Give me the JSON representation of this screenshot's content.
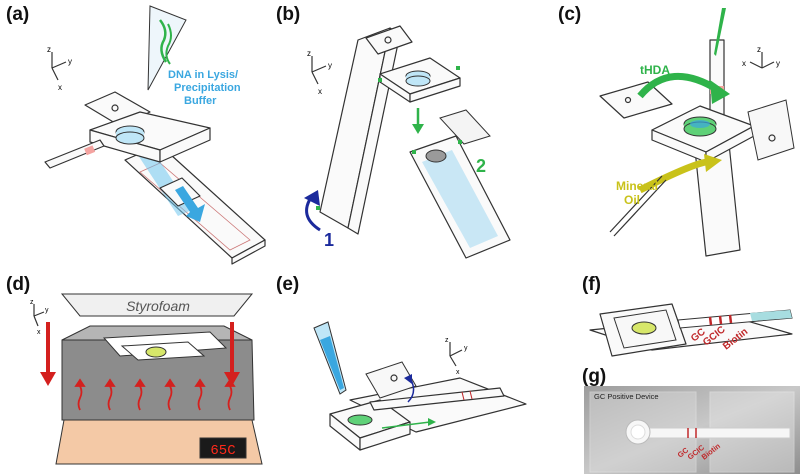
{
  "panels": {
    "a": {
      "label": "(a)",
      "annotation_line1": "DNA in Lysis/",
      "annotation_line2": "Precipitation",
      "annotation_line3": "Buffer"
    },
    "b": {
      "label": "(b)",
      "step1": "1",
      "step2": "2"
    },
    "c": {
      "label": "(c)",
      "thda": "tHDA",
      "oil_line1": "Mineral",
      "oil_line2": "Oil"
    },
    "d": {
      "label": "(d)",
      "styrofoam": "Styrofoam",
      "temperature": "65C"
    },
    "e": {
      "label": "(e)"
    },
    "f": {
      "label": "(f)",
      "strip_gc": "GC",
      "strip_gcic": "GCIC",
      "strip_biotin": "Biotin"
    },
    "g": {
      "label": "(g)",
      "photo_title": "GC Positive Device",
      "strip_gc": "GC",
      "strip_gcic": "GCIC",
      "strip_biotin": "Biotin"
    }
  },
  "axes": {
    "x": "x",
    "y": "y",
    "z": "z"
  },
  "colors": {
    "lysis_blue": "#3aa7e0",
    "arrow_green": "#2fb34a",
    "arrow_blue": "#1b2a9c",
    "oil_yellow": "#c9c21a",
    "heat_red": "#d4201e",
    "strip_red": "#c0282a",
    "lcd_red": "#ff2a1a"
  }
}
